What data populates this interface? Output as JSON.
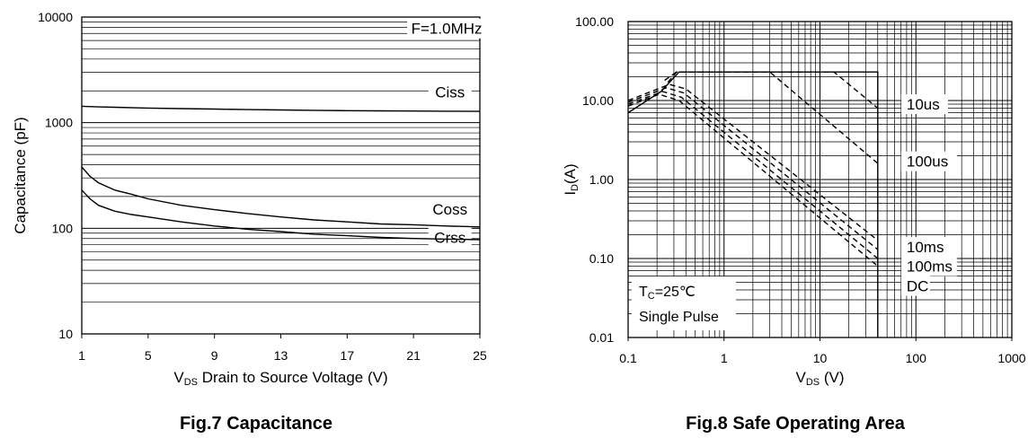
{
  "captions": [
    "Fig.7 Capacitance",
    "Fig.8 Safe Operating Area"
  ],
  "chart_data": [
    {
      "type": "line",
      "title": "Fig.7 Capacitance",
      "xlabel": {
        "main": "V",
        "sub": "DS",
        "rest": " Drain to Source Voltage (V)"
      },
      "ylabel": "Capacitance (pF)",
      "xscale": "linear",
      "yscale": "log",
      "xlim": [
        1,
        25
      ],
      "ylim": [
        10,
        10000
      ],
      "xticks": [
        1,
        5,
        9,
        13,
        17,
        21,
        25
      ],
      "yticks": [
        10,
        100,
        1000,
        10000
      ],
      "grid": true,
      "annotations": [
        {
          "text": "F=1.0MHz",
          "x": 23,
          "y": 7800
        },
        {
          "text": "Ciss",
          "x": 23.2,
          "y": 1950
        },
        {
          "text": "Coss",
          "x": 23.2,
          "y": 152
        },
        {
          "text": "Crss",
          "x": 23.2,
          "y": 82
        }
      ],
      "series": [
        {
          "x": [
            1,
            2,
            3,
            5,
            7,
            9,
            11,
            13,
            15,
            17,
            19,
            21,
            23,
            25
          ],
          "y": [
            1430,
            1410,
            1400,
            1375,
            1360,
            1345,
            1330,
            1320,
            1310,
            1300,
            1295,
            1290,
            1285,
            1280
          ]
        },
        {
          "x": [
            1,
            1.5,
            2,
            3,
            4,
            5,
            7,
            9,
            11,
            13,
            15,
            17,
            19,
            21,
            23,
            25
          ],
          "y": [
            380,
            310,
            270,
            230,
            210,
            190,
            165,
            150,
            138,
            128,
            120,
            115,
            110,
            108,
            105,
            103
          ]
        },
        {
          "x": [
            1,
            1.5,
            2,
            3,
            4,
            5,
            7,
            9,
            11,
            13,
            15,
            17,
            19,
            21,
            23,
            25
          ],
          "y": [
            230,
            190,
            165,
            145,
            135,
            128,
            115,
            105,
            98,
            93,
            88,
            85,
            82,
            80,
            79,
            78
          ]
        }
      ]
    },
    {
      "type": "line",
      "title": "Fig.8 Safe Operating Area",
      "xlabel": {
        "main": "V",
        "sub": "DS",
        "rest": " (V)"
      },
      "ylabel": {
        "main": "I",
        "sub": "D",
        "rest": "(A)"
      },
      "xscale": "log",
      "yscale": "log",
      "xlim": [
        0.1,
        1000
      ],
      "ylim": [
        0.01,
        100
      ],
      "xticks": [
        "0.1",
        "1",
        "10",
        "100",
        "1000"
      ],
      "yticks": [
        "0.01",
        "0.10",
        "1.00",
        "10.00",
        "100.00"
      ],
      "grid": true,
      "annotations": [
        {
          "text": "10us",
          "x": 80,
          "y": 9
        },
        {
          "text": "100us",
          "x": 80,
          "y": 1.7
        },
        {
          "text": "10ms",
          "x": 80,
          "y": 0.14
        },
        {
          "text": "100ms",
          "x": 80,
          "y": 0.08
        },
        {
          "text": "DC",
          "x": 80,
          "y": 0.045
        }
      ],
      "info_box": {
        "tc_main": "T",
        "tc_sub": "C",
        "tc_rest": "=25℃",
        "pulse": "Single Pulse"
      },
      "series": [
        {
          "style": "solid",
          "x": [
            0.1,
            0.22,
            0.34,
            0.34,
            40,
            40
          ],
          "y": [
            7,
            13,
            23,
            23,
            23,
            0.01
          ]
        },
        {
          "style": "dashed",
          "x": [
            0.24,
            0.32,
            14,
            40
          ],
          "y": [
            18,
            23,
            23,
            8
          ]
        },
        {
          "style": "dashed",
          "x": [
            0.26,
            0.32,
            3,
            40
          ],
          "y": [
            17,
            23,
            23,
            1.6
          ]
        },
        {
          "style": "dashed",
          "x": [
            0.1,
            0.27,
            0.4,
            40
          ],
          "y": [
            10,
            16,
            14,
            0.17
          ]
        },
        {
          "style": "dashed",
          "x": [
            0.1,
            0.25,
            0.38,
            40
          ],
          "y": [
            9.5,
            14.5,
            12.5,
            0.13
          ]
        },
        {
          "style": "dashed",
          "x": [
            0.1,
            0.23,
            0.36,
            40
          ],
          "y": [
            9,
            13,
            11,
            0.1
          ]
        },
        {
          "style": "dashed",
          "x": [
            0.1,
            0.21,
            0.34,
            40
          ],
          "y": [
            8.5,
            12,
            10,
            0.08
          ]
        }
      ]
    }
  ]
}
